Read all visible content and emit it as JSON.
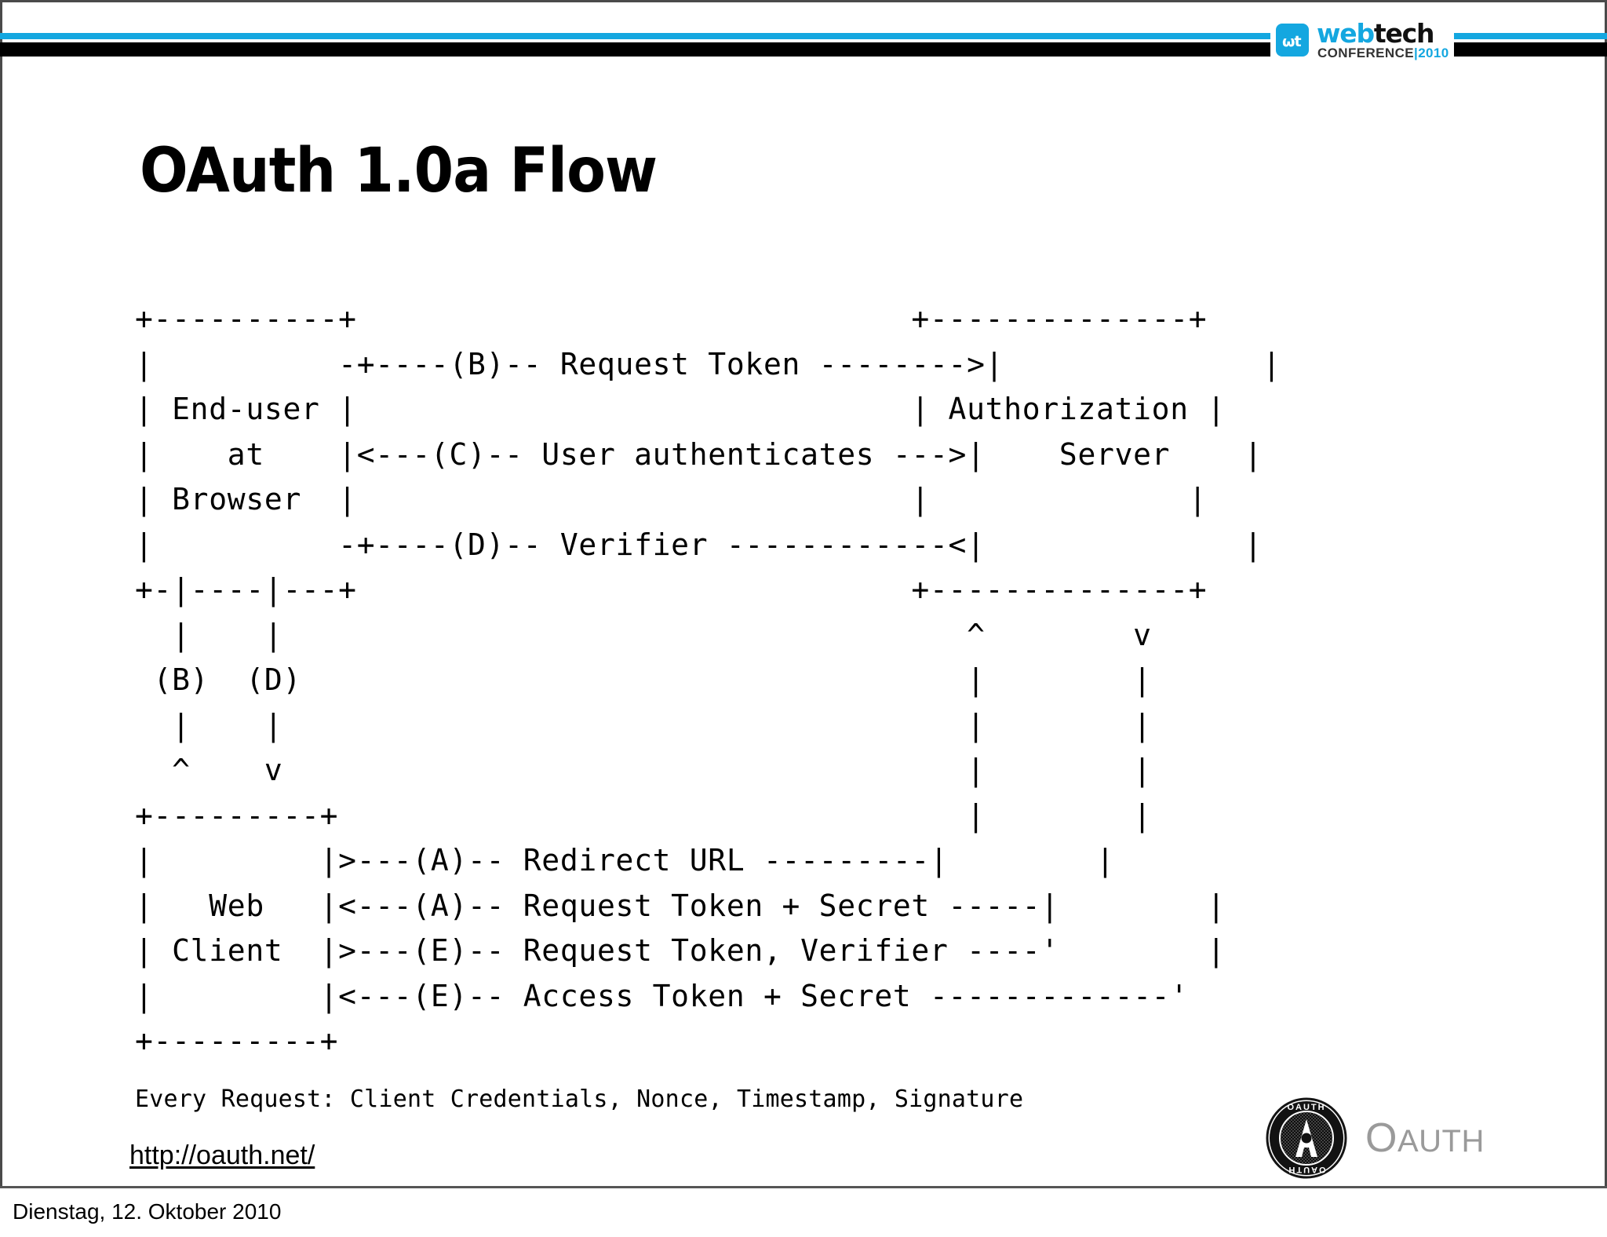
{
  "header": {
    "logo": {
      "mark_glyph": "ωt",
      "word_blue": "web",
      "word_black": "tech",
      "subtitle_conference": "CONFERENCE",
      "subtitle_bar": "|",
      "subtitle_year": "2010"
    },
    "accent_blue": "#14a7e0",
    "accent_black": "#000000"
  },
  "title": "OAuth 1.0a Flow",
  "diagram": {
    "type": "ascii-art",
    "lines": [
      "+----------+                                      +--------------+",
      "|          -+----(B)-- Request Token -------->|              |",
      "| End-user |                                      | Authorization |",
      "|    at    |<---(C)-- User authenticates --->|    Server    |",
      "| Browser  |                                      |              |",
      "|          -+----(D)-- Verifier ------------<|              |",
      "+-|----|---+                                      +--------------+",
      "  |    |                                             ^        v",
      " (B)  (D)                                            |        |",
      "  |    |                                             |        |",
      "  ^    v                                             |        |",
      "+---------+                                          |        |",
      "|         |>---(A)-- Redirect URL --------------|        |",
      "|   Web   |<---(A)-- Request Token + Secret -----|        |",
      "| Client  |>---(E)-- Request Token, Verifier ----'        |",
      "|         |<---(E)-- Access Token + Secret -------------'",
      "+---------+"
    ],
    "raw": "+----------+                              +--------------+\n|          -+----(B)-- Request Token -------->|              |\n| End-user |                              | Authorization |\n|    at    |<---(C)-- User authenticates --->|    Server    |\n| Browser  |                              |              |\n|          -+----(D)-- Verifier ------------<|              |\n+-|----|---+                              +--------------+\n  |    |                                     ^        v\n (B)  (D)                                    |        |\n  |    |                                     |        |\n  ^    v                                     |        |\n+---------+                                  |        |\n|         |>---(A)-- Redirect URL ---------|        |\n|   Web   |<---(A)-- Request Token + Secret -----|        |\n| Client  |>---(E)-- Request Token, Verifier ----'        |\n|         |<---(E)-- Access Token + Secret -------------'\n+---------+",
    "nodes": [
      {
        "id": "end-user-browser",
        "label": "End-user at Browser"
      },
      {
        "id": "authorization-server",
        "label": "Authorization Server"
      },
      {
        "id": "web-client",
        "label": "Web Client"
      }
    ],
    "steps": [
      {
        "step": "A",
        "label": "Redirect URL",
        "direction": "client-to-server-out"
      },
      {
        "step": "A",
        "label": "Request Token + Secret",
        "direction": "server-to-client-in"
      },
      {
        "step": "B",
        "label": "Request Token",
        "direction": "browser-to-server"
      },
      {
        "step": "C",
        "label": "User authenticates",
        "direction": "browser-server-bidirectional"
      },
      {
        "step": "D",
        "label": "Verifier",
        "direction": "server-to-browser"
      },
      {
        "step": "E",
        "label": "Request Token, Verifier",
        "direction": "client-to-server-out"
      },
      {
        "step": "E",
        "label": "Access Token + Secret",
        "direction": "server-to-client-in"
      }
    ]
  },
  "footnote": {
    "every_request": "Every Request: Client Credentials, Nonce, Timestamp, Signature",
    "link_text": "http://oauth.net/"
  },
  "oauth_logo": {
    "badge_ring_text": "OAUTH",
    "badge_letter": "A",
    "wordmark_o": "O",
    "wordmark_auth": "AUTH",
    "wordmark_color": "#9a9a9a"
  },
  "footer": {
    "date": "Dienstag, 12. Oktober 2010"
  }
}
